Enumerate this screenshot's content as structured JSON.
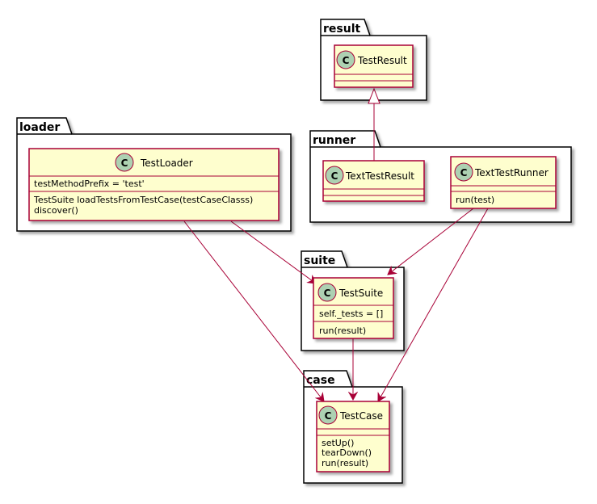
{
  "packages": {
    "result": "result",
    "runner": "runner",
    "loader": "loader",
    "suite": "suite",
    "case": "case"
  },
  "class_icon_letter": "C",
  "classes": {
    "test_result": {
      "name": "TestResult",
      "fields": [],
      "methods": []
    },
    "text_test_result": {
      "name": "TextTestResult",
      "fields": [],
      "methods": []
    },
    "text_test_runner": {
      "name": "TextTestRunner",
      "fields": [],
      "methods": [
        "run(test)"
      ]
    },
    "test_loader": {
      "name": "TestLoader",
      "fields": [
        "testMethodPrefix = 'test'"
      ],
      "methods": [
        "TestSuite loadTestsFromTestCase(testCaseClasss)",
        "discover()"
      ]
    },
    "test_suite": {
      "name": "TestSuite",
      "fields": [
        "self._tests = []"
      ],
      "methods": [
        "run(result)"
      ]
    },
    "test_case": {
      "name": "TestCase",
      "fields": [],
      "methods": [
        "setUp()",
        "tearDown()",
        "run(result)"
      ]
    }
  },
  "relations": [
    {
      "from": "TextTestResult",
      "to": "TestResult",
      "kind": "inheritance"
    },
    {
      "from": "TestLoader",
      "to": "TestSuite",
      "kind": "dependency"
    },
    {
      "from": "TestLoader",
      "to": "TestCase",
      "kind": "dependency"
    },
    {
      "from": "TextTestRunner",
      "to": "TestSuite",
      "kind": "dependency"
    },
    {
      "from": "TextTestRunner",
      "to": "TestCase",
      "kind": "dependency"
    },
    {
      "from": "TestSuite",
      "to": "TestCase",
      "kind": "dependency"
    }
  ],
  "colors": {
    "class_fill": "#FEFECE",
    "class_border": "#A80036",
    "icon_fill": "#ADD1B2",
    "edge": "#A80036",
    "package_border": "#000000"
  }
}
